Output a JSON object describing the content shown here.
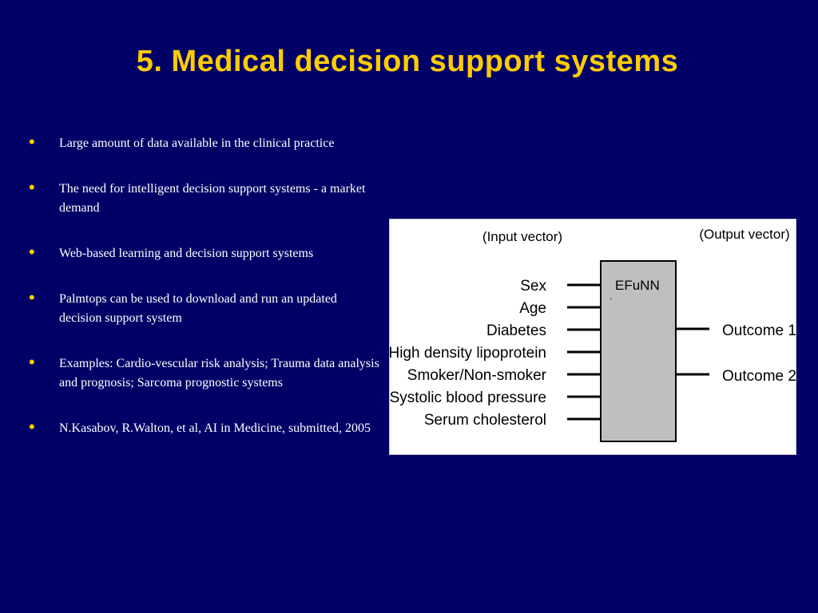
{
  "title": "5. Medical decision support systems",
  "bullets": [
    "Large amount of data available in the clinical practice",
    "The need for intelligent  decision support systems - a market demand",
    "Web-based learning and decision support systems",
    "Palmtops can be used to download and run an updated  decision support system",
    "Examples: Cardio-vescular risk analysis; Trauma data analysis and prognosis; Sarcoma prognostic systems",
    "N.Kasabov, R.Walton, et al, AI in Medicine, submitted, 2005"
  ],
  "bullet_symbol": "•",
  "diagram": {
    "input_header": "(Input vector)",
    "output_header": "(Output vector)",
    "box_label": "EFuNN",
    "inputs": [
      "Sex",
      "Age",
      "Diabetes",
      "High density lipoprotein",
      "Smoker/Non-smoker",
      "Systolic blood pressure",
      "Serum cholesterol"
    ],
    "outputs": [
      "Outcome 1",
      "Outcome 2"
    ]
  },
  "colors": {
    "background": "#000066",
    "title": "#ffcc00",
    "bullet_text": "#ffffff",
    "bullet_marker": "#ffcc00",
    "box_fill": "#bfbfbf"
  }
}
